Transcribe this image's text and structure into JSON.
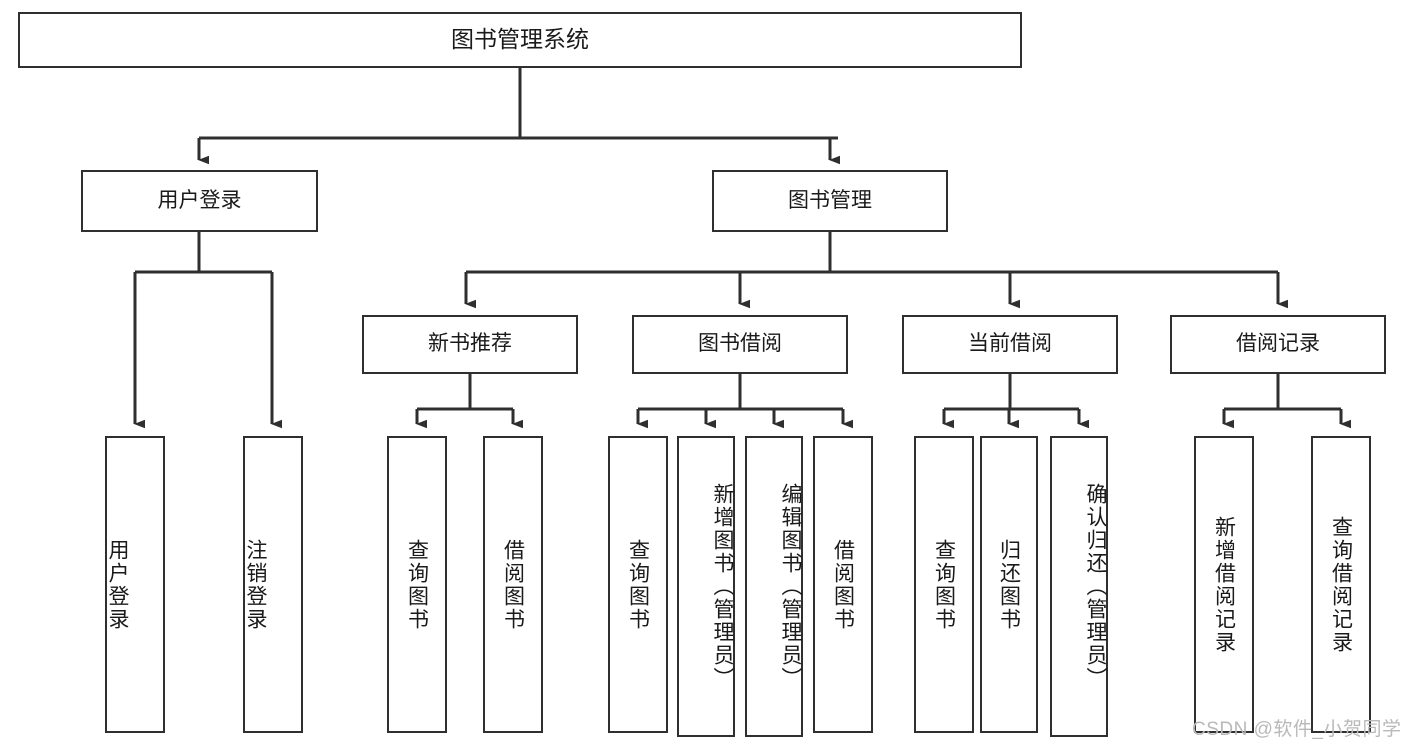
{
  "diagram": {
    "type": "tree-hierarchy-chart",
    "title": "图书管理系统",
    "line_color": "#2f2f2f",
    "box_fill": "#ffffff",
    "text_color": "#1a1a1a",
    "watermark": "CSDN @软件_小贺同学",
    "watermark_color": "#b9b9b9"
  },
  "root": {
    "label": "图书管理系统"
  },
  "level2": [
    {
      "label": "用户登录"
    },
    {
      "label": "图书管理"
    }
  ],
  "level3": [
    {
      "label": "新书推荐"
    },
    {
      "label": "图书借阅"
    },
    {
      "label": "当前借阅"
    },
    {
      "label": "借阅记录"
    }
  ],
  "leaves": {
    "user_login": [
      {
        "label": "用户登录"
      },
      {
        "label": "注销登录"
      }
    ],
    "new_book_recommend": [
      {
        "label": "查询图书"
      },
      {
        "label": "借阅图书"
      }
    ],
    "book_borrow": [
      {
        "label": "查询图书"
      },
      {
        "label": "新增图书（管理员）"
      },
      {
        "label": "编辑图书（管理员）"
      },
      {
        "label": "借阅图书"
      }
    ],
    "current_borrow": [
      {
        "label": "查询图书"
      },
      {
        "label": "归还图书"
      },
      {
        "label": "确认归还（管理员）"
      }
    ],
    "borrow_records": [
      {
        "label": "新增借阅记录"
      },
      {
        "label": "查询借阅记录"
      }
    ]
  }
}
